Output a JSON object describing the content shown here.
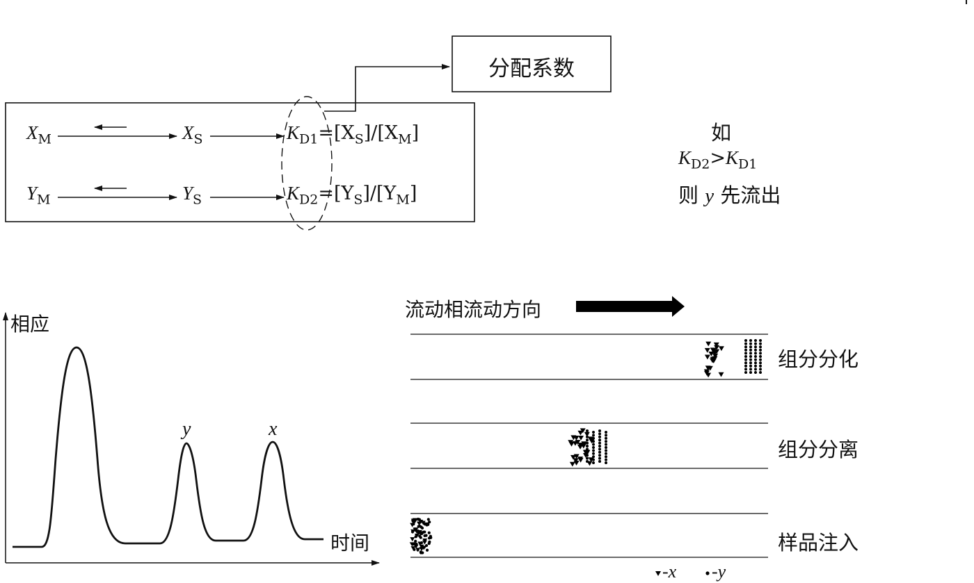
{
  "top_box": {
    "title": "分配系数",
    "row1": {
      "mobile": "X",
      "mobile_sub": "M",
      "stat": "X",
      "stat_sub": "S",
      "k": "K",
      "k_sub": "D1",
      "eq": "=[X",
      "eq_sub1": "S",
      "eq_mid": "]/[X",
      "eq_sub2": "M",
      "eq_end": "]"
    },
    "row2": {
      "mobile": "Y",
      "mobile_sub": "M",
      "stat": "Y",
      "stat_sub": "S",
      "k": "K",
      "k_sub": "D2",
      "eq": "=[Y",
      "eq_sub1": "S",
      "eq_mid": "]/[Y",
      "eq_sub2": "M",
      "eq_end": "]"
    }
  },
  "note": {
    "line1": "如",
    "line2_k1": "K",
    "line2_sub1": "D2",
    "line2_op": ">",
    "line2_k2": "K",
    "line2_sub2": "D1",
    "line3_a": "则",
    "line3_var": "y",
    "line3_b": "先流出"
  },
  "chromatogram": {
    "y_axis_label": "相应",
    "x_axis_label": "时间",
    "peak_labels": [
      "y",
      "x"
    ]
  },
  "column": {
    "flow_label": "流动相流动方向",
    "stages": [
      "组分分化",
      "组分分离",
      "样品注入"
    ],
    "legend": [
      {
        "symbol": "-x",
        "var": "x"
      },
      {
        "symbol": "-y",
        "var": "y"
      }
    ]
  }
}
